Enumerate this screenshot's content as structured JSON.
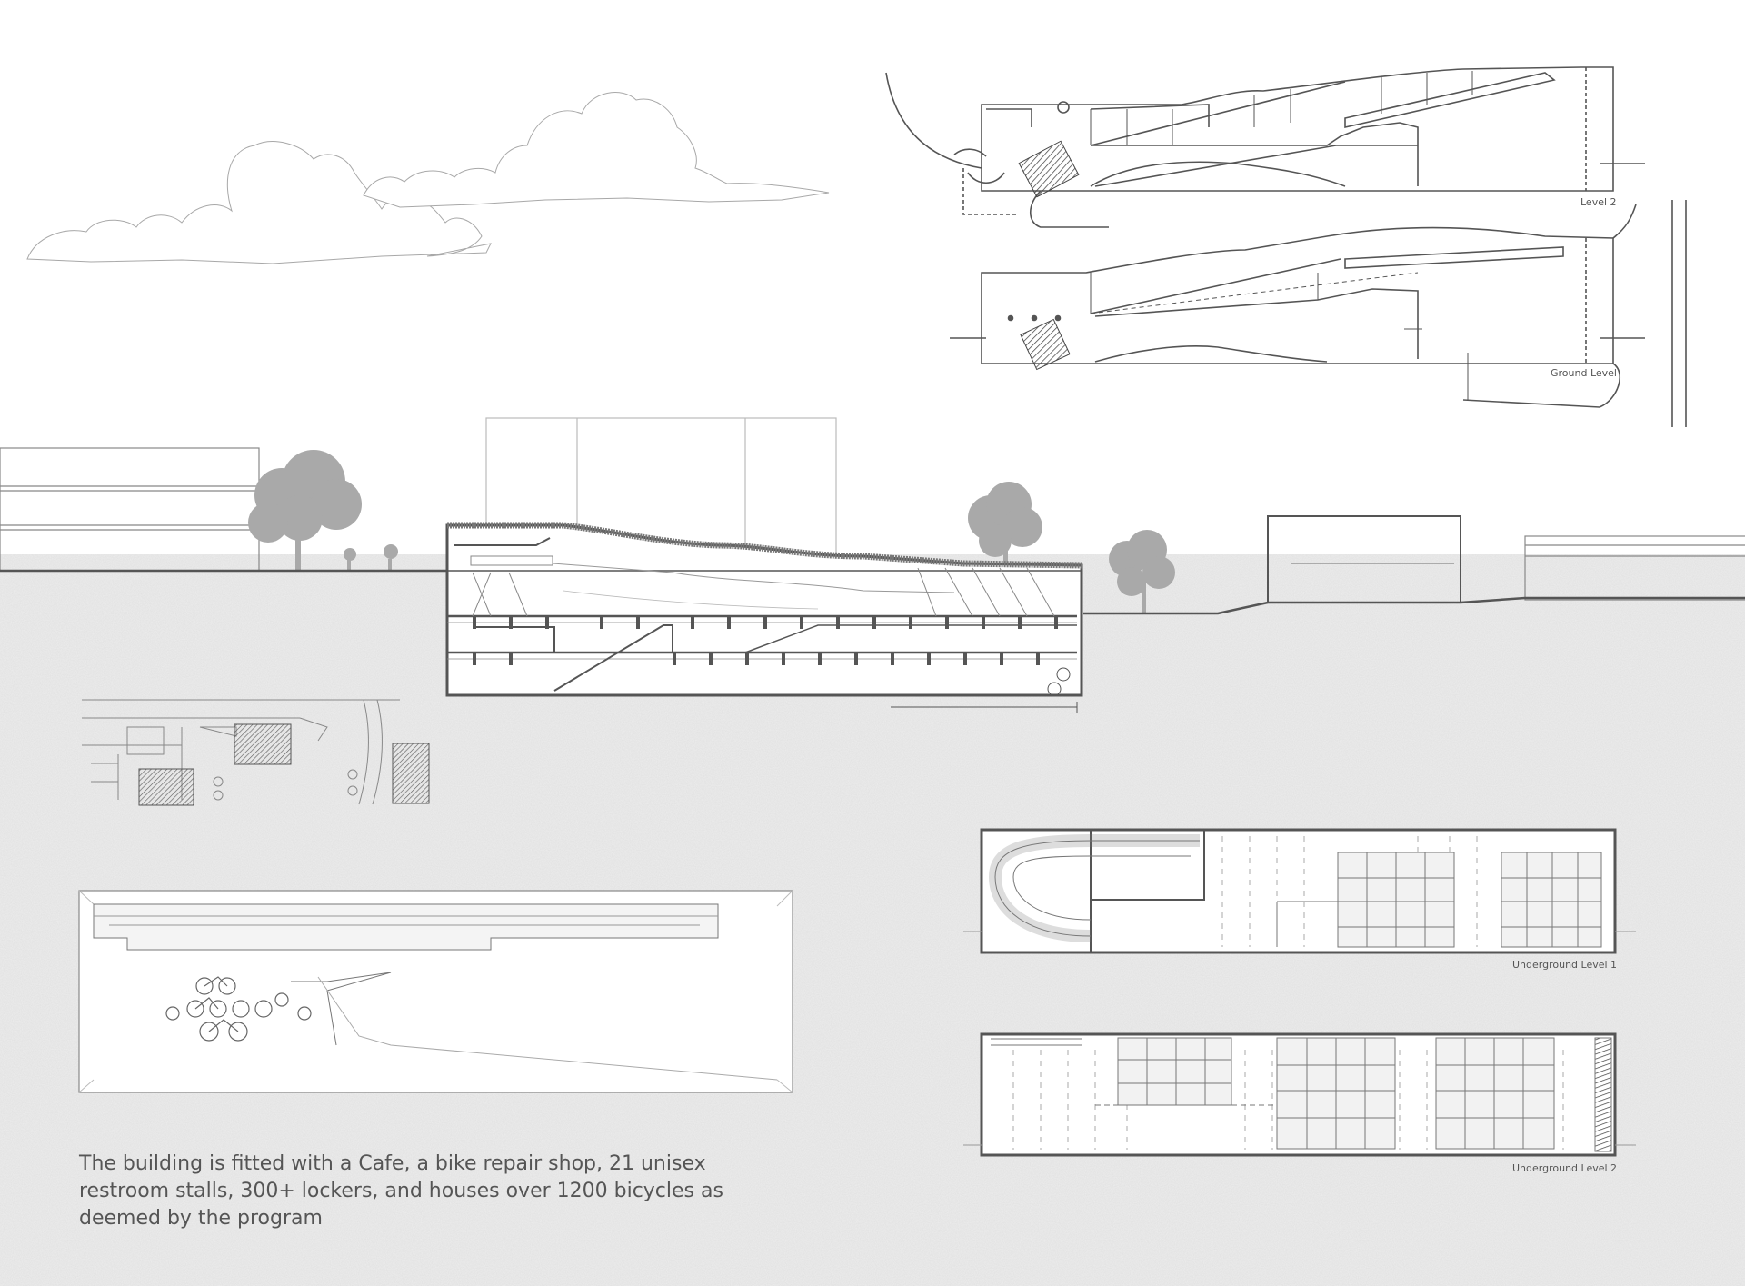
{
  "plans": {
    "level2": "Level 2",
    "ground_level": "Ground Level",
    "underground1": "Underground Level 1",
    "underground2": "Underground Level 2"
  },
  "description": "The building is fitted with a Cafe, a bike repair shop, 21 unisex restroom stalls, 300+ lockers, and houses over 1200 bicycles as deemed by the program",
  "colors": {
    "ground_fill": "#eeeeee",
    "line": "#555555",
    "tree": "#a9a9a9",
    "text": "#555555"
  }
}
